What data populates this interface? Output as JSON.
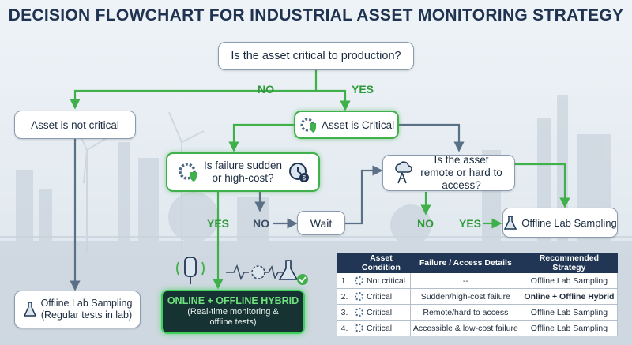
{
  "title": "DECISION FLOWCHART FOR INDUSTRIAL ASSET MONITORING STRATEGY",
  "nodes": {
    "q_critical": "Is the asset critical to production?",
    "not_critical": "Asset is not critical",
    "is_critical": "Asset is Critical",
    "q_failure": "Is failure sudden or high-cost?",
    "q_remote": "Is the asset remote or hard to access?",
    "wait": "Wait",
    "offline_right": "Offline Lab Sampling",
    "offline_left_1": "Offline Lab Sampling",
    "offline_left_2": "(Regular tests in lab)",
    "hybrid_title": "ONLINE + OFFLINE HYBRID",
    "hybrid_sub": "(Real-time monitoring & offline tests)"
  },
  "edge_labels": {
    "no_top": "NO",
    "yes_top": "YES",
    "yes_failure": "YES",
    "no_failure": "NO",
    "no_remote": "NO",
    "yes_remote": "YES"
  },
  "table": {
    "headers": [
      "Asset Condition",
      "Failure / Access Details",
      "Recommended Strategy"
    ],
    "rows": [
      {
        "num": "1.",
        "condition": "Not critical",
        "details": "--",
        "strategy": "Offline Lab Sampling",
        "bold": false
      },
      {
        "num": "2.",
        "condition": "Critical",
        "details": "Sudden/high-cost failure",
        "strategy": "Online + Offline Hybrid",
        "bold": true
      },
      {
        "num": "3.",
        "condition": "Critical",
        "details": "Remote/hard to access",
        "strategy": "Offline Lab Sampling",
        "bold": false
      },
      {
        "num": "4.",
        "condition": "Critical",
        "details": "Accessible & low-cost failure",
        "strategy": "Offline Lab Sampling",
        "bold": false
      }
    ]
  },
  "colors": {
    "green": "#3fb04a",
    "navy": "#1f3350",
    "edge_gray": "#5b6f86"
  }
}
